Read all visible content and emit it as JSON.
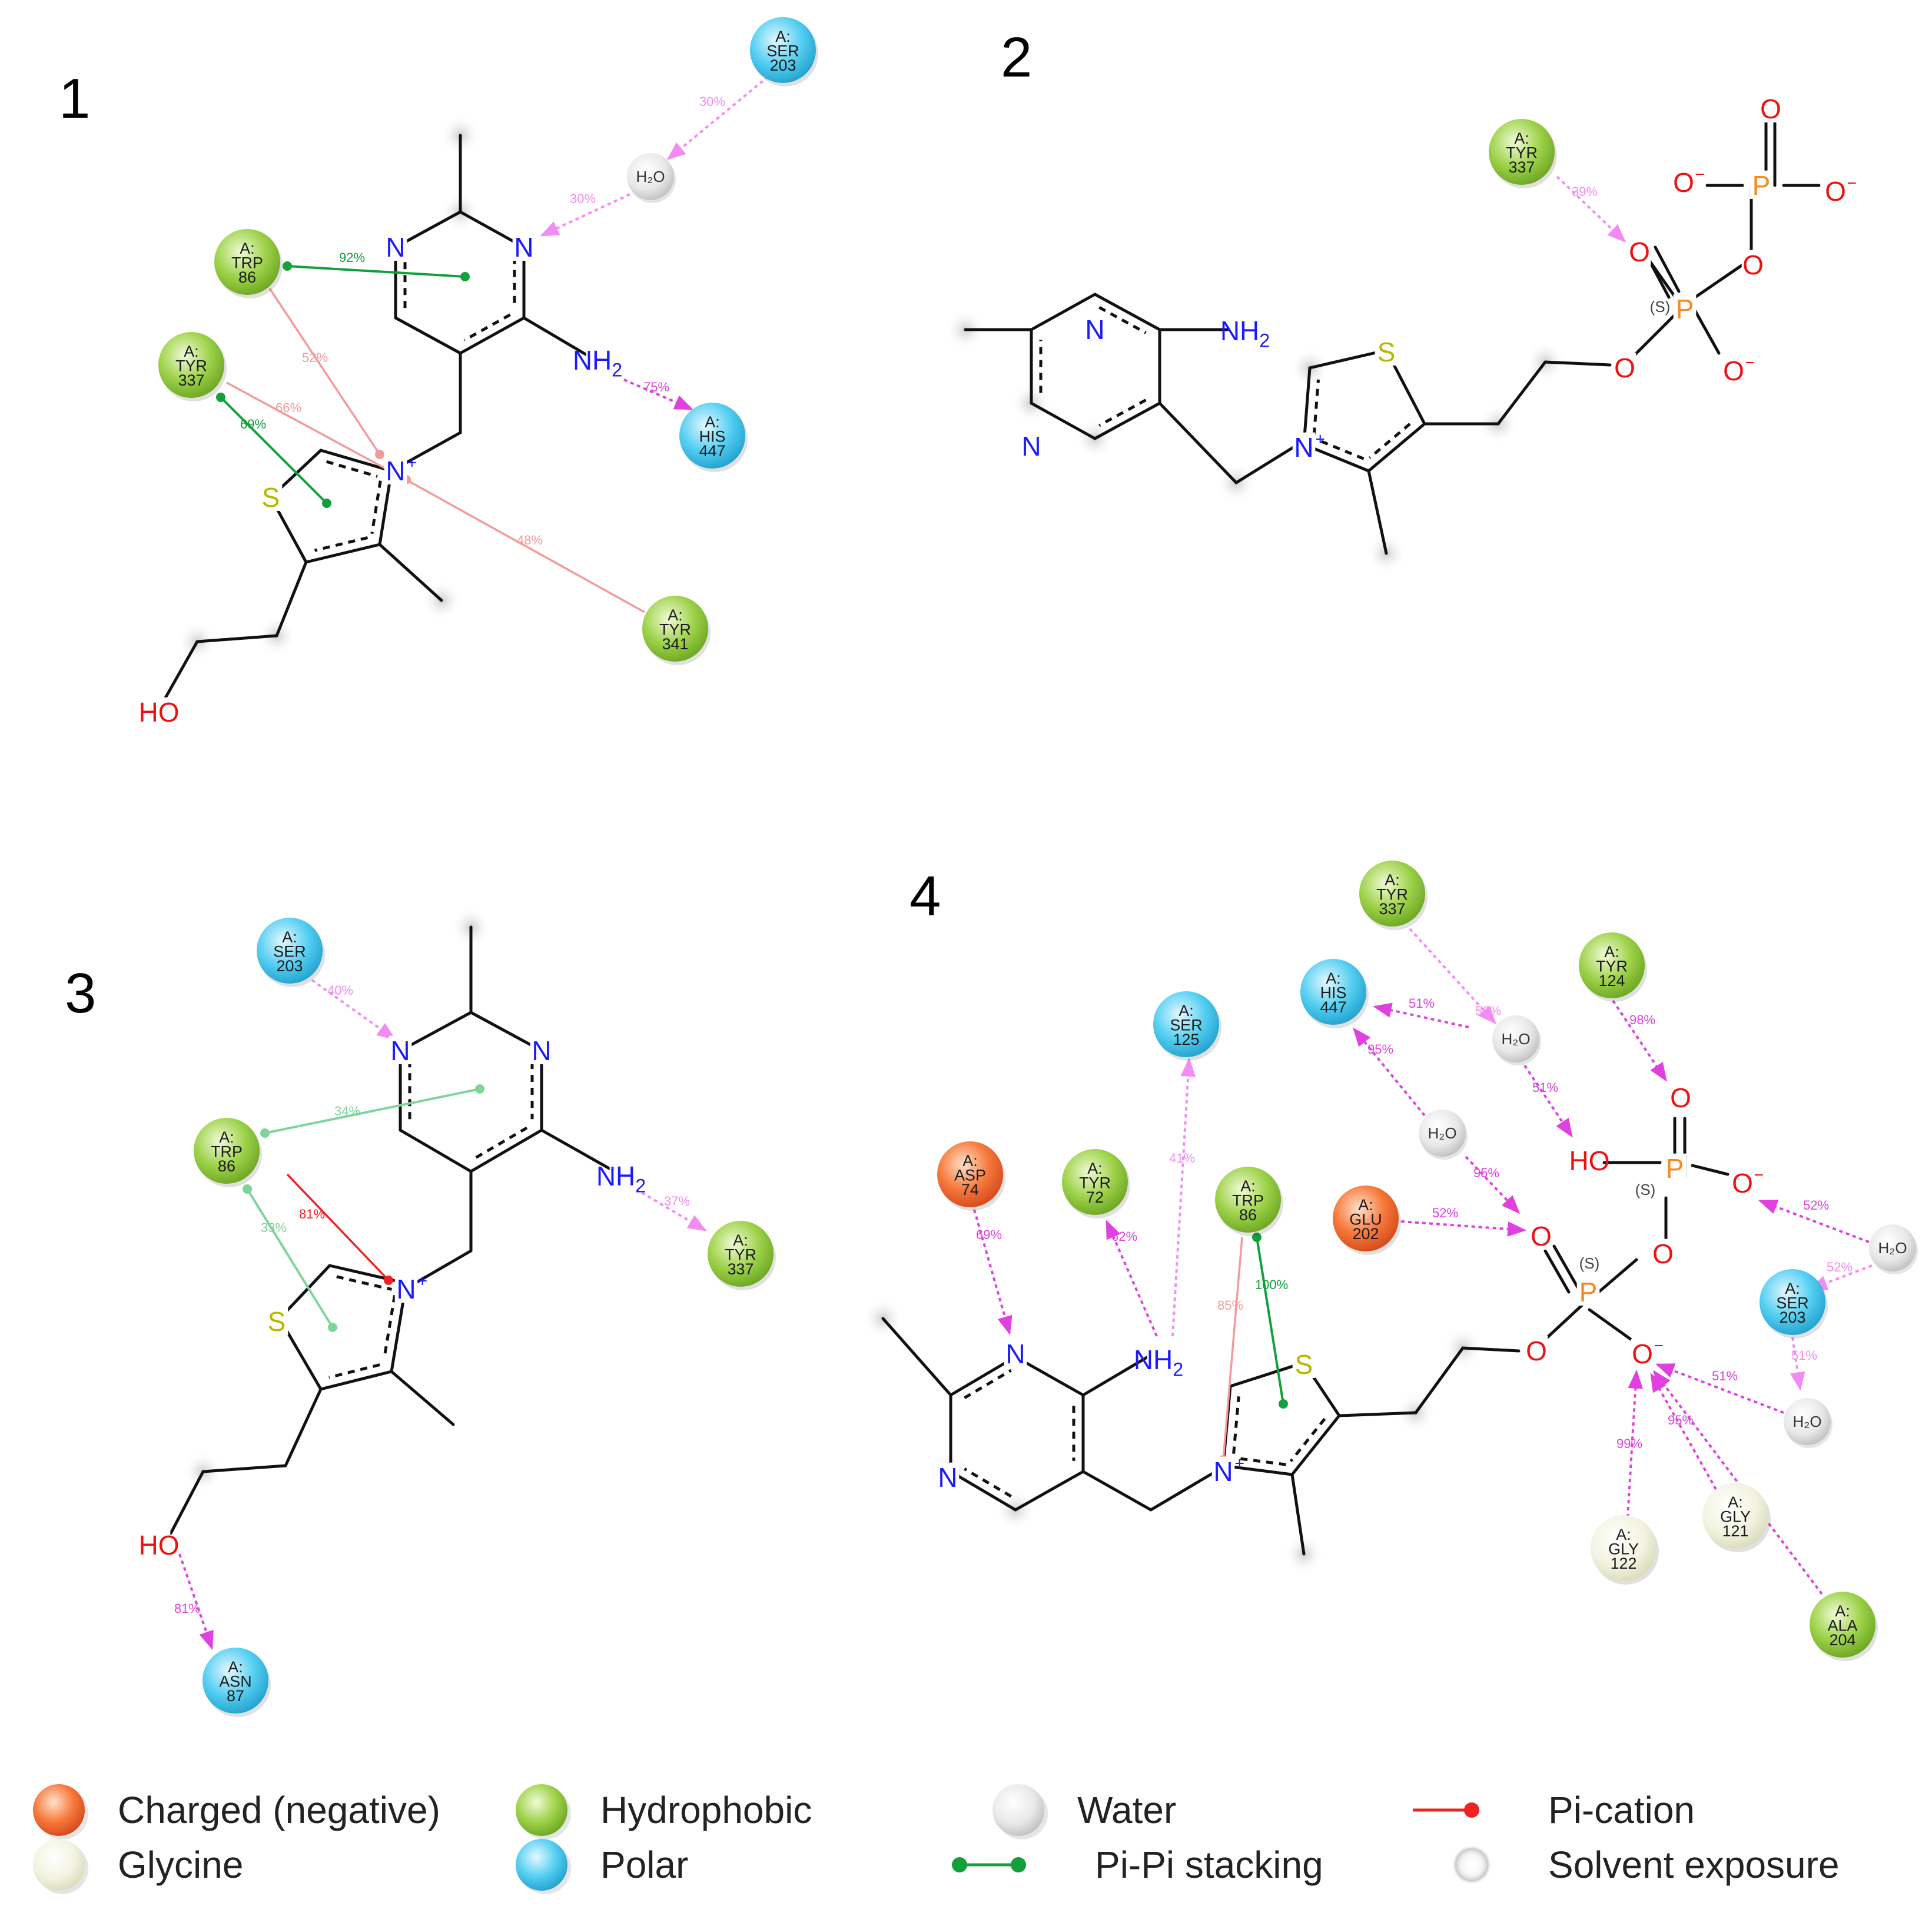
{
  "panels": [
    {
      "number": "1"
    },
    {
      "number": "2"
    },
    {
      "number": "3"
    },
    {
      "number": "4"
    }
  ],
  "residues": [
    {
      "chain": "A:",
      "name": "SER",
      "num": "203",
      "type": "polar"
    },
    {
      "chain": "A:",
      "name": "TRP",
      "num": "86",
      "type": "hydrophobic"
    },
    {
      "chain": "A:",
      "name": "TYR",
      "num": "337",
      "type": "hydrophobic"
    },
    {
      "chain": "A:",
      "name": "HIS",
      "num": "447",
      "type": "polar"
    },
    {
      "chain": "A:",
      "name": "TYR",
      "num": "341",
      "type": "hydrophobic"
    },
    {
      "chain": "A:",
      "name": "TYR",
      "num": "337",
      "type": "hydrophobic"
    },
    {
      "chain": "A:",
      "name": "SER",
      "num": "203",
      "type": "polar"
    },
    {
      "chain": "A:",
      "name": "TRP",
      "num": "86",
      "type": "hydrophobic"
    },
    {
      "chain": "A:",
      "name": "TYR",
      "num": "337",
      "type": "hydrophobic"
    },
    {
      "chain": "A:",
      "name": "ASN",
      "num": "87",
      "type": "polar"
    },
    {
      "chain": "A:",
      "name": "TYR",
      "num": "337",
      "type": "hydrophobic"
    },
    {
      "chain": "A:",
      "name": "HIS",
      "num": "447",
      "type": "polar"
    },
    {
      "chain": "A:",
      "name": "TYR",
      "num": "124",
      "type": "hydrophobic"
    },
    {
      "chain": "A:",
      "name": "SER",
      "num": "125",
      "type": "polar"
    },
    {
      "chain": "A:",
      "name": "ASP",
      "num": "74",
      "type": "negative"
    },
    {
      "chain": "A:",
      "name": "TYR",
      "num": "72",
      "type": "hydrophobic"
    },
    {
      "chain": "A:",
      "name": "TRP",
      "num": "86",
      "type": "hydrophobic"
    },
    {
      "chain": "A:",
      "name": "GLU",
      "num": "202",
      "type": "negative"
    },
    {
      "chain": "A:",
      "name": "SER",
      "num": "203",
      "type": "polar"
    },
    {
      "chain": "A:",
      "name": "GLY",
      "num": "122",
      "type": "glycine"
    },
    {
      "chain": "A:",
      "name": "GLY",
      "num": "121",
      "type": "glycine"
    },
    {
      "chain": "A:",
      "name": "ALA",
      "num": "204",
      "type": "hydrophobic"
    }
  ],
  "water_label": "H₂O",
  "interaction_percents": [
    "30%",
    "30%",
    "92%",
    "52%",
    "66%",
    "69%",
    "75%",
    "48%",
    "39%",
    "40%",
    "34%",
    "81%",
    "33%",
    "37%",
    "81%",
    "51%",
    "56%",
    "95%",
    "51%",
    "98%",
    "95%",
    "52%",
    "69%",
    "62%",
    "41%",
    "85%",
    "100%",
    "52%",
    "52%",
    "51%",
    "51%",
    "99%",
    "95%"
  ],
  "atoms": {
    "n": "N",
    "n_plus": "N",
    "plus": "+",
    "s": "S",
    "ho": "HO",
    "nh": "NH",
    "sub2": "2",
    "o": "O",
    "o_minus": "O",
    "minus": "−",
    "p": "P",
    "stereo": "(S)"
  },
  "legend": [
    {
      "label": "Charged (negative)",
      "kind": "negative"
    },
    {
      "label": "Hydrophobic",
      "kind": "hydrophobic"
    },
    {
      "label": "Water",
      "kind": "water"
    },
    {
      "label": "Pi-cation",
      "kind": "pi-cation"
    },
    {
      "label": "Glycine",
      "kind": "glycine"
    },
    {
      "label": "Polar",
      "kind": "polar"
    },
    {
      "label": "Pi-Pi stacking",
      "kind": "pi-pi"
    },
    {
      "label": "Solvent exposure",
      "kind": "solvent"
    }
  ],
  "colors": {
    "polar": "#3cc4ee",
    "hydrophobic": "#8ec63f",
    "negative": "#f26b2a",
    "glycine": "#eef0d8",
    "water": "#d9d9d9",
    "hbond": "#e040e0",
    "pi_cation": "#ee2222",
    "pi_pi": "#11a03a",
    "nitrogen": "#1a1aff",
    "oxygen": "#ee1111",
    "sulfur": "#b8b800",
    "phosphorus": "#f58a1f"
  }
}
